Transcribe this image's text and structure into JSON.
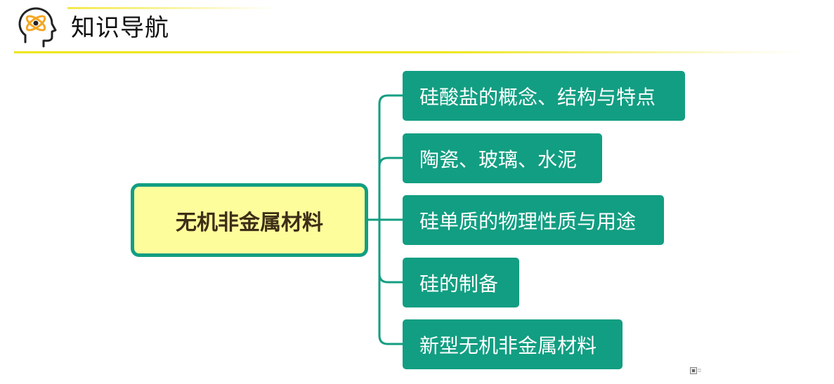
{
  "header": {
    "title": "知识导航",
    "icon": "head-with-atom-icon"
  },
  "colors": {
    "accent_teal": "#129e82",
    "root_fill": "#fdfd9c",
    "root_text": "#3d2e17",
    "underline_yellow": "#efe51a",
    "icon_orange": "#f5a623"
  },
  "diagram": {
    "root": {
      "label": "无机非金属材料"
    },
    "branches": [
      {
        "label": "硅酸盐的概念、结构与特点"
      },
      {
        "label": "陶瓷、玻璃、水泥"
      },
      {
        "label": "硅单质的物理性质与用途"
      },
      {
        "label": "硅的制备"
      },
      {
        "label": "新型无机非金属材料"
      }
    ]
  }
}
